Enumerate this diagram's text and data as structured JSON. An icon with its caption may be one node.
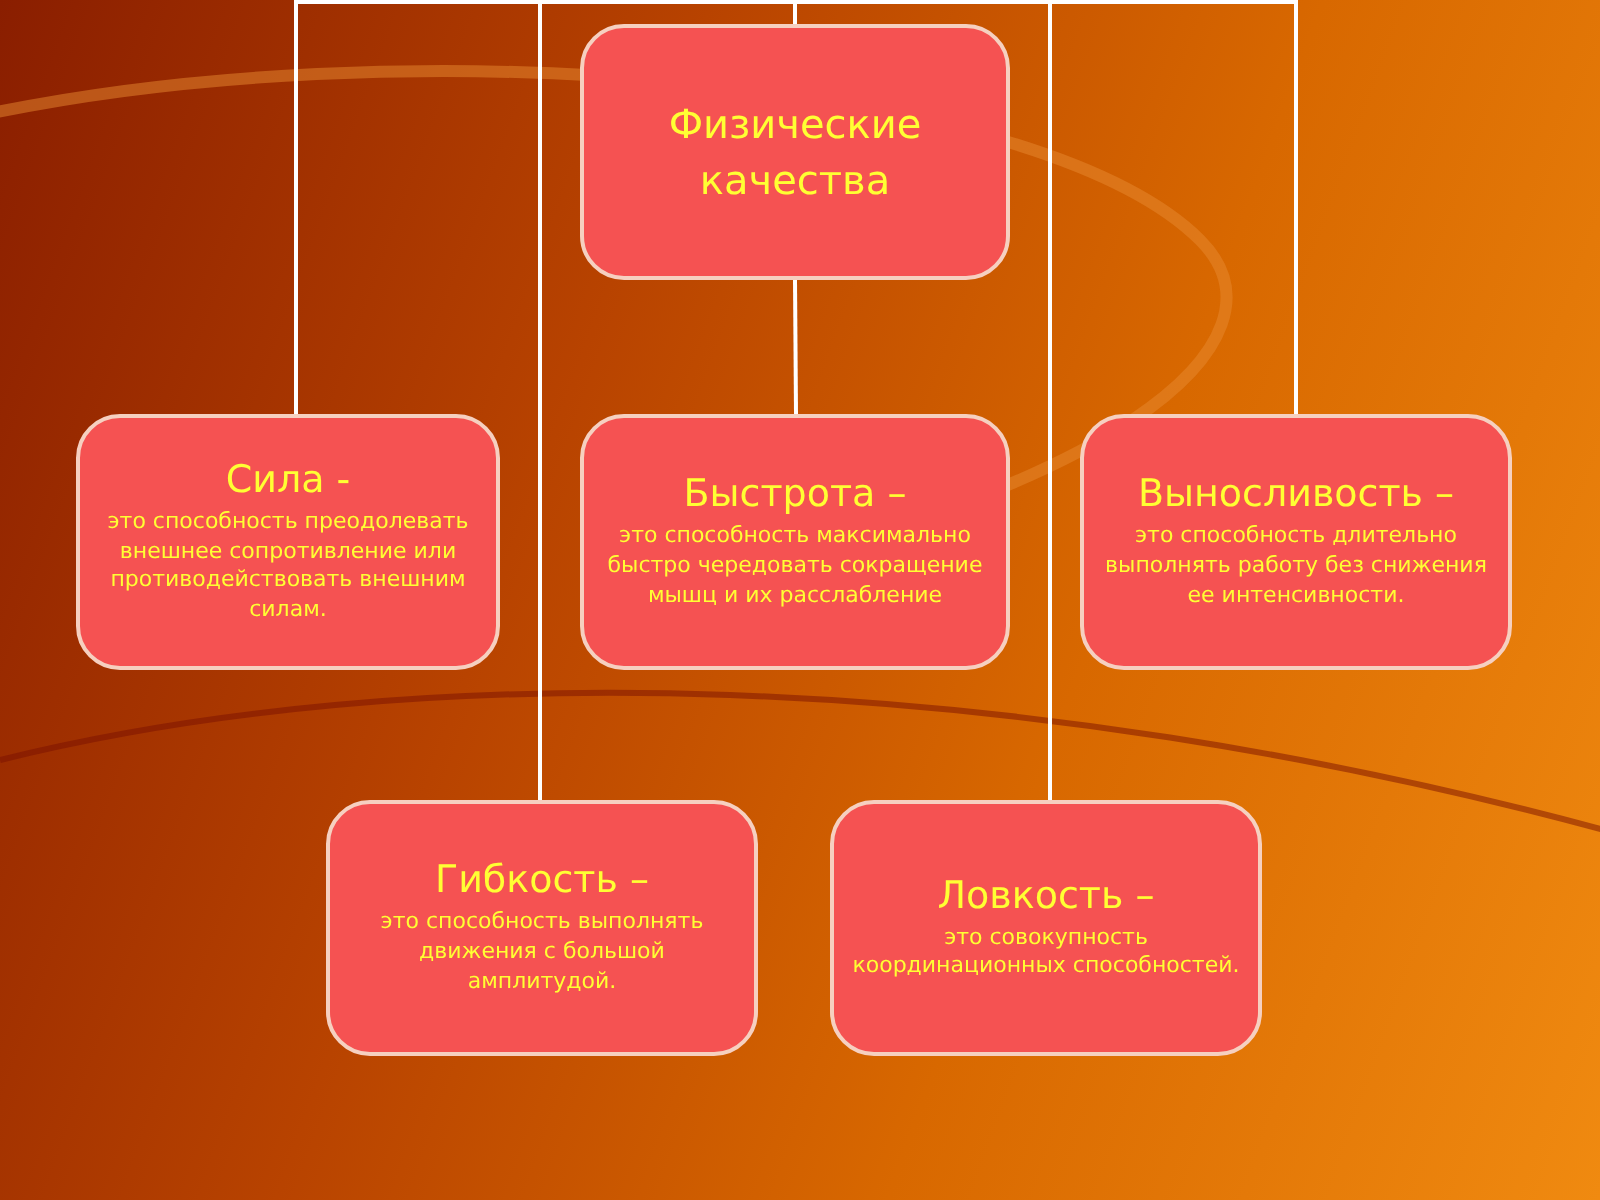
{
  "diagram": {
    "nodes": [
      {
        "text": [
          "Физические качества"
        ]
      },
      {
        "text": [
          "Сила -",
          "это способность преодолевать внешнее сопротивление или противодействовать внешним силам."
        ]
      },
      {
        "text": [
          "Быстрота –",
          "это способность максимально быстро чередовать сокращение мышц и их расслабление"
        ]
      },
      {
        "text": [
          "Выносливость –",
          "это способность длительно выполнять работу без снижения ее интенсивности."
        ]
      },
      {
        "text": [
          "Гибкость –",
          "это способность выполнять движения с большой амплитудой."
        ]
      },
      {
        "text": [
          "Ловкость –",
          "это совокупность координационных способностей."
        ]
      }
    ],
    "edges": [
      {
        "from": 0,
        "to": 1,
        "arrow": "none"
      },
      {
        "from": 0,
        "to": 2,
        "arrow": "none"
      },
      {
        "from": 0,
        "to": 3,
        "arrow": "none"
      },
      {
        "from": 0,
        "to": 4,
        "arrow": "none"
      },
      {
        "from": 0,
        "to": 5,
        "arrow": "none"
      }
    ]
  }
}
